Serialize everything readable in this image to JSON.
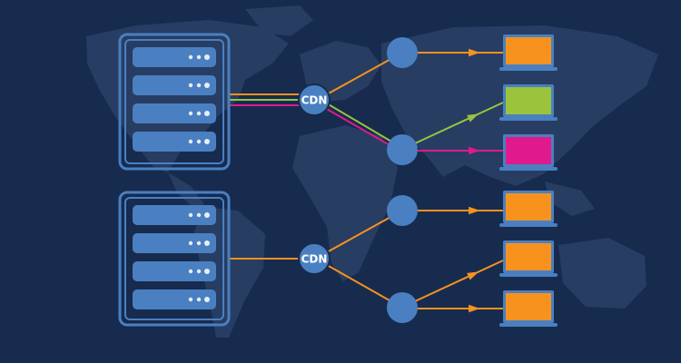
{
  "diagram": {
    "node_label": "CDN",
    "colors": {
      "background": "#172b4f",
      "map": "#2c4368",
      "server_fill": "#4a80c1",
      "server_frame": "#4a80c1",
      "node_fill": "#4a80c1",
      "orange": "#f7921e",
      "green": "#9bc43c",
      "magenta": "#e01a8c",
      "laptop_body": "#4a80c1"
    },
    "servers": [
      {
        "name": "server-rack-top"
      },
      {
        "name": "server-rack-bottom"
      }
    ],
    "laptops": [
      {
        "name": "laptop-1",
        "screen": "orange"
      },
      {
        "name": "laptop-2",
        "screen": "green"
      },
      {
        "name": "laptop-3",
        "screen": "magenta"
      },
      {
        "name": "laptop-4",
        "screen": "orange"
      },
      {
        "name": "laptop-5",
        "screen": "orange"
      },
      {
        "name": "laptop-6",
        "screen": "orange"
      }
    ]
  }
}
